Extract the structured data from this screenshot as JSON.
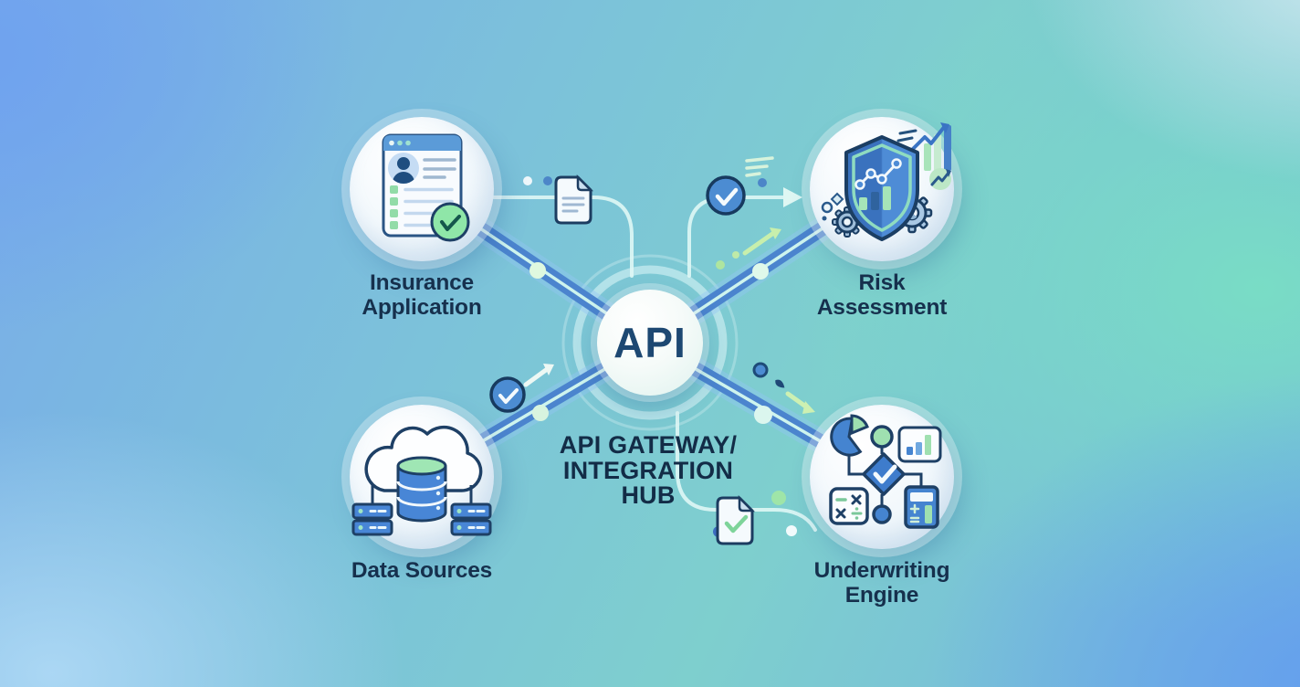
{
  "hub": {
    "acronym": "API",
    "caption": "API GATEWAY/ INTEGRATION HUB"
  },
  "nodes": {
    "insurance": {
      "label": "Insurance Application",
      "icon": "application-form-icon"
    },
    "risk": {
      "label": "Risk Assessment",
      "icon": "shield-analytics-icon"
    },
    "data": {
      "label": "Data Sources",
      "icon": "cloud-database-icon"
    },
    "underwriting": {
      "label": "Underwriting Engine",
      "icon": "flowchart-calculator-icon"
    }
  },
  "decorations": {
    "icons": [
      "document-icon",
      "document-check-icon",
      "check-badge-icon",
      "arrow-right-icon",
      "arrow-up-right-icon",
      "arrow-down-right-icon",
      "bar-chart-growth-icon",
      "zigzag-trend-icon"
    ]
  },
  "colors": {
    "background_blue": "#6FA2EF",
    "background_teal": "#7BDEC4",
    "connector_blue": "#4B84CE",
    "connector_core": "#CEF4EE",
    "outline_navy": "#1E4066",
    "accent_green": "#9FE0B0",
    "badge_blue": "#4C8CD2",
    "text_navy": "#16304D"
  }
}
